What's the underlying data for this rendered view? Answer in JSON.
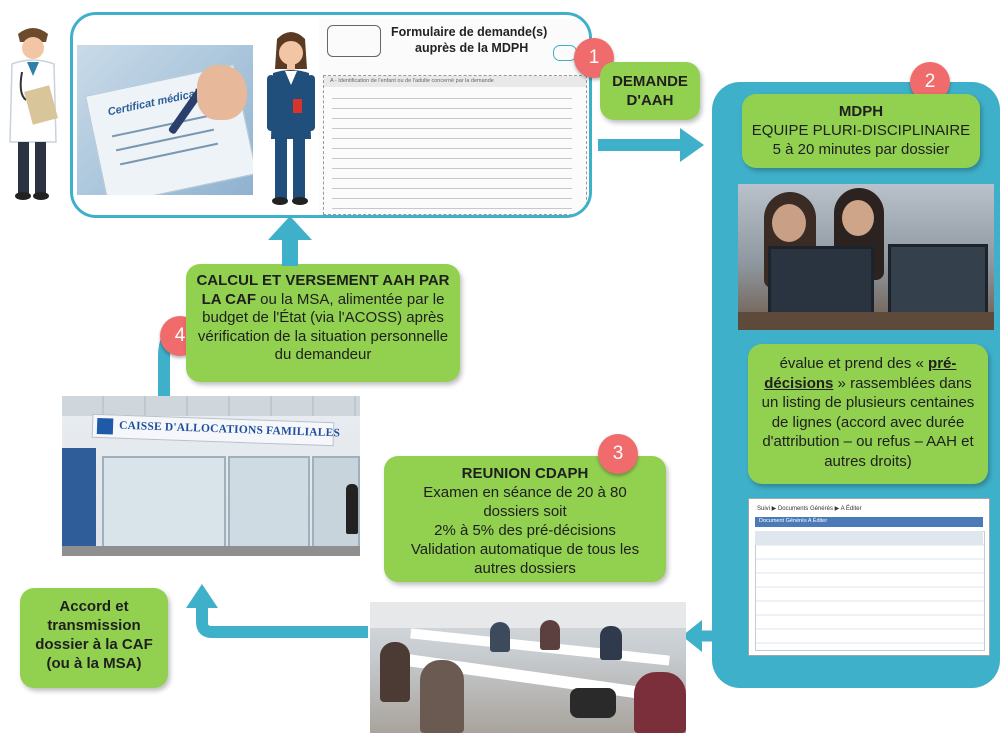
{
  "form": {
    "title_line1": "Formulaire de demande(s)",
    "title_line2": "auprès de la MDPH",
    "cert_label": "Certificat médical",
    "section_a": "A - Identification de l'enfant ou de l'adulte concerné par la demande"
  },
  "step1": {
    "number": "1",
    "line1": "DEMANDE",
    "line2": "D'AAH"
  },
  "step2": {
    "number": "2",
    "title": "MDPH",
    "line2": "EQUIPE PLURI-DISCIPLINAIRE",
    "line3": "5 à 20 minutes par dossier",
    "eval_part1": "évalue et prend des « ",
    "eval_underlined": "pré-décisions",
    "eval_part2": " » rassemblées dans un listing de plusieurs centaines de lignes (accord avec durée d'attribution – ou refus – AAH et autres droits)"
  },
  "listing": {
    "breadcrumb": "Suivi ▶ Documents Générés ▶ A Éditer",
    "tab": "Document Générés A Éditer"
  },
  "step3": {
    "number": "3",
    "title": "REUNION CDAPH",
    "lines": [
      "Examen en séance de 20 à 80",
      "dossiers soit",
      "2% à 5% des pré-décisions",
      "Validation automatique de tous les",
      "autres dossiers"
    ]
  },
  "step4": {
    "number": "4",
    "bold_part": "CALCUL ET VERSEMENT AAH PAR LA CAF",
    "rest_part": " ou la MSA, alimentée par le budget de l'État (via l'ACOSS) après vérification de la situation personnelle du demandeur"
  },
  "accord": {
    "lines": [
      "Accord et",
      "transmission",
      "dossier à la CAF",
      "(ou à la MSA)"
    ]
  },
  "caf_sign": "CAISSE D'ALLOCATIONS FAMILIALES",
  "colors": {
    "green": "#92d050",
    "teal": "#3fb0c9",
    "badge": "#f06b6b"
  }
}
